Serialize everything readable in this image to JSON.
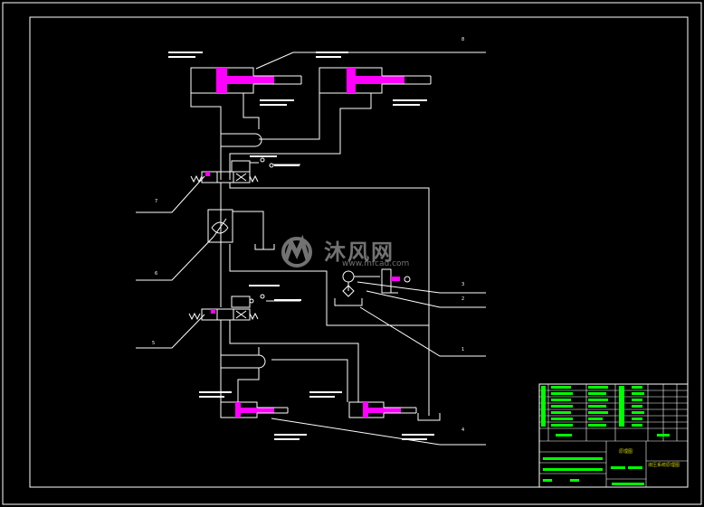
{
  "drawing": {
    "title": "CAD hydraulic schematic",
    "callouts": [
      "8",
      "7",
      "6",
      "5",
      "3",
      "2",
      "1",
      "4"
    ]
  },
  "watermark": {
    "brand": "沐风网",
    "url": "www.mfcad.com"
  },
  "title_block": {
    "part_name": "液压系统原理图",
    "designer_label": "原理图"
  },
  "colors": {
    "background": "#000000",
    "lines": "#ffffff",
    "accent": "#ff00ff",
    "table": "#00ff00",
    "watermark": "#cfcfcf"
  }
}
